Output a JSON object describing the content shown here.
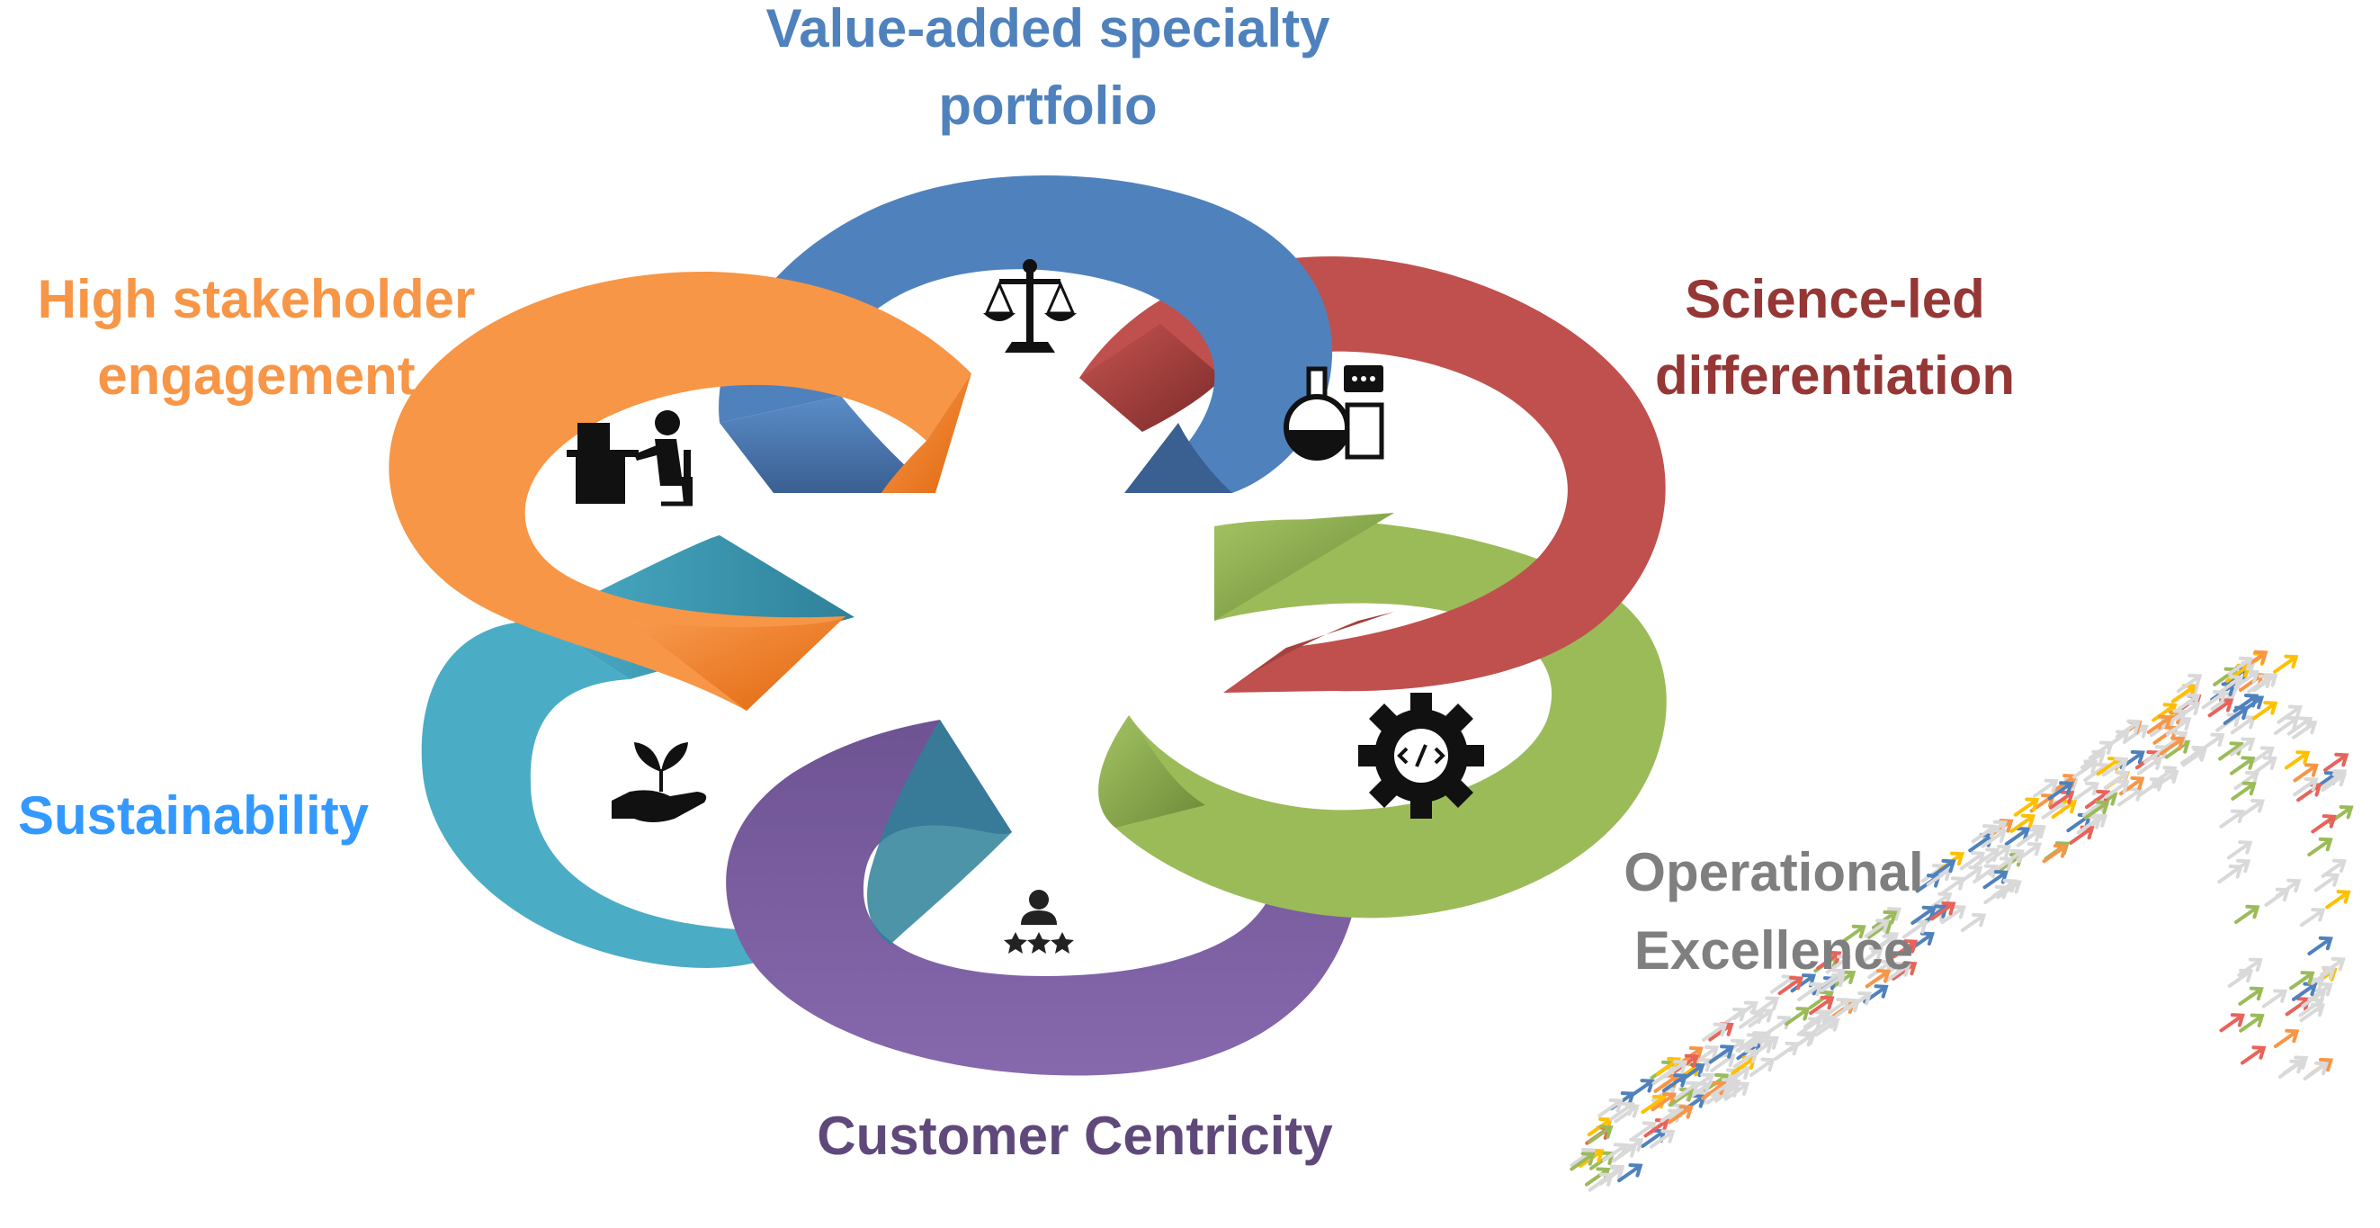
{
  "diagram": {
    "center_segments": [
      {
        "id": "value",
        "title_lines": [
          "Value-added specialty",
          "portfolio"
        ],
        "color": "#4F81BD",
        "icon": "scales-icon"
      },
      {
        "id": "science",
        "title_lines": [
          "Science-led",
          "differentiation"
        ],
        "color": "#C0504D",
        "icon": "lab-flask-icon"
      },
      {
        "id": "operational",
        "title_lines": [
          "Operational",
          "Excellence"
        ],
        "color": "#9BBB59",
        "icon": "gear-code-icon"
      },
      {
        "id": "customer",
        "title_lines": [
          "Customer Centricity"
        ],
        "color": "#8064A2",
        "icon": "customer-rating-icon"
      },
      {
        "id": "sustainability",
        "title_lines": [
          "Sustainability"
        ],
        "color": "#4BACC6",
        "icon": "hand-plant-icon"
      },
      {
        "id": "stakeholder",
        "title_lines": [
          "High stakeholder",
          "engagement"
        ],
        "color": "#F79646",
        "icon": "person-at-desk-icon"
      }
    ],
    "label_colors": {
      "value": "#4F81BD",
      "science": "#953735",
      "operational": "#7F7F7F",
      "customer": "#5F497A",
      "sustainability": "#3399FF",
      "stakeholder": "#F79646"
    },
    "decoration": {
      "icon": "arrow-pattern-icon",
      "colors": [
        "#4F81BD",
        "#D9D9D9",
        "#F79646",
        "#9BBB59",
        "#E8635A",
        "#FFC000"
      ]
    }
  }
}
